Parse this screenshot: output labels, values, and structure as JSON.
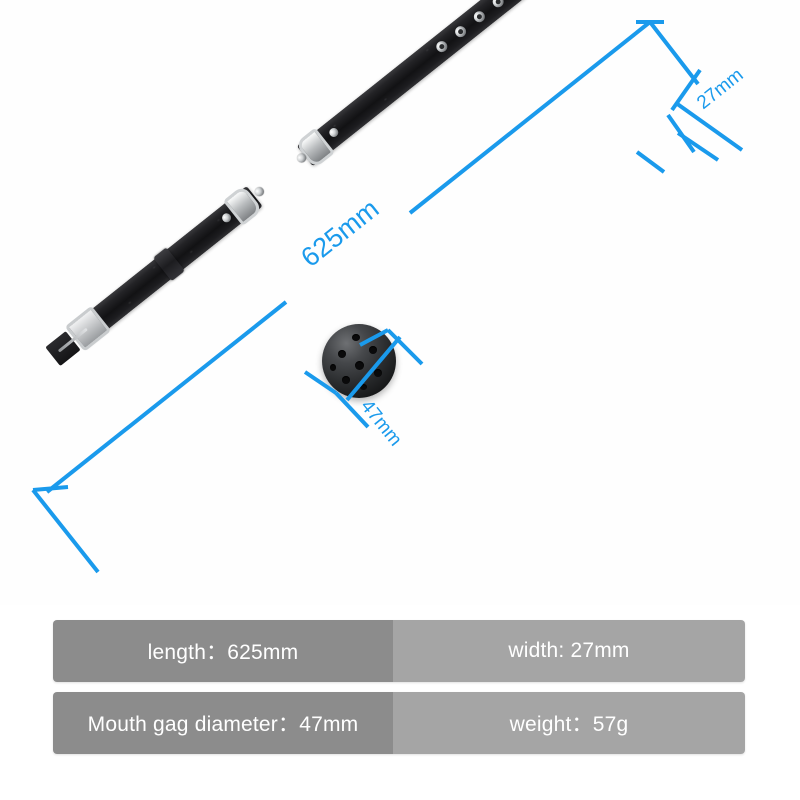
{
  "product": {
    "name": "ball-gag-with-leather-strap",
    "background_color": "#ffffff"
  },
  "annotation": {
    "color": "#1a9aec",
    "length_label": "625mm",
    "width_label": "27mm",
    "ball_label": "47mm"
  },
  "spec_table": {
    "accent_dark": "#8c8c8c",
    "accent_light": "#a5a5a5",
    "rows": [
      {
        "left": "length：625mm",
        "right": "width: 27mm"
      },
      {
        "left": "Mouth gag diameter：47mm",
        "right": "weight：57g"
      }
    ]
  },
  "specs": {
    "length": "625mm",
    "width": "27mm",
    "mouth_gag_diameter": "47mm",
    "weight": "57g"
  }
}
